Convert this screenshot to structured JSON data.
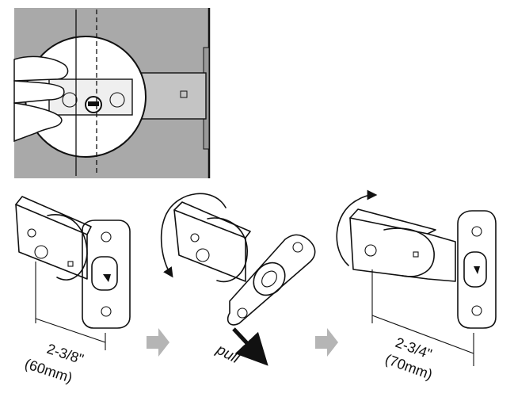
{
  "labels": {
    "measure_short": "2-3/8\"",
    "measure_short_mm": "(60mm)",
    "pull": "pull",
    "measure_long": "2-3/4\"",
    "measure_long_mm": "(70mm)"
  },
  "colors": {
    "door_gray": "#a9a9a9",
    "arrow_gray": "#b5b5b5",
    "line": "#111111"
  },
  "icons": {
    "step_arrow": "right-arrow",
    "rotate": "curved-arrow"
  }
}
